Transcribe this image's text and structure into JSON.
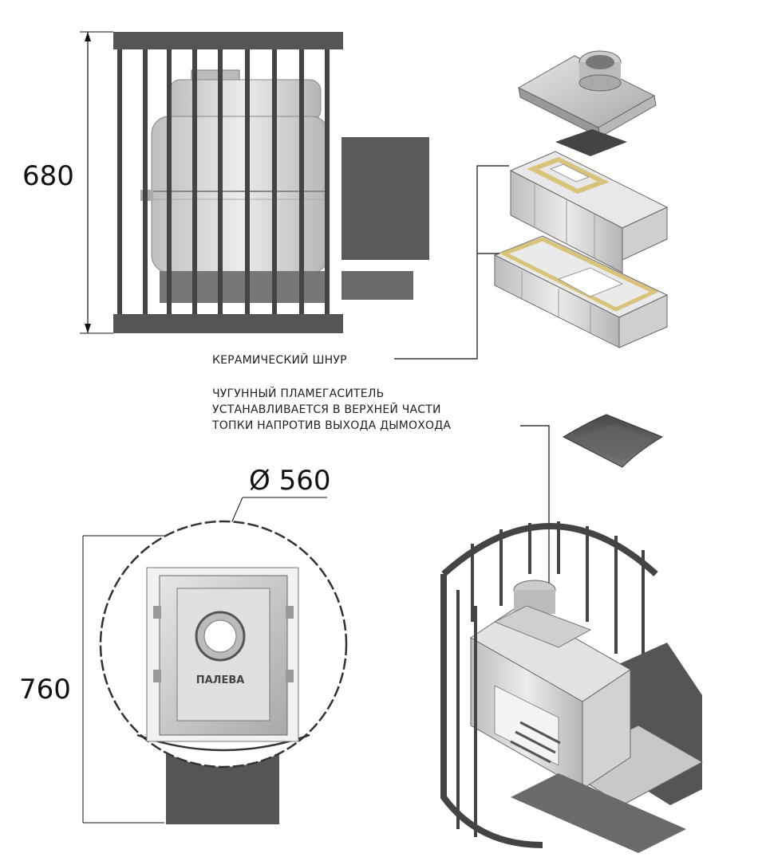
{
  "dimensions": {
    "height_front": "680",
    "height_plan": "760",
    "diameter": "Ø 560"
  },
  "callouts": {
    "ceramic_cord": "КЕРАМИЧЕСКИЙ ШНУР",
    "flame_arrester_line1": "ЧУГУННЫЙ ПЛАМЕГАСИТЕЛЬ",
    "flame_arrester_line2": "УСТАНАВЛИВАЕТСЯ В ВЕРХНЕЙ ЧАСТИ",
    "flame_arrester_line3": "ТОПКИ НАПРОТИВ ВЫХОДА ДЫМОХОДА"
  },
  "brand": "ПАЛЕВА",
  "colors": {
    "steel": "#555555",
    "cast_iron": "#d8d8d8",
    "cord": "#d9c27a",
    "line": "#111111"
  }
}
